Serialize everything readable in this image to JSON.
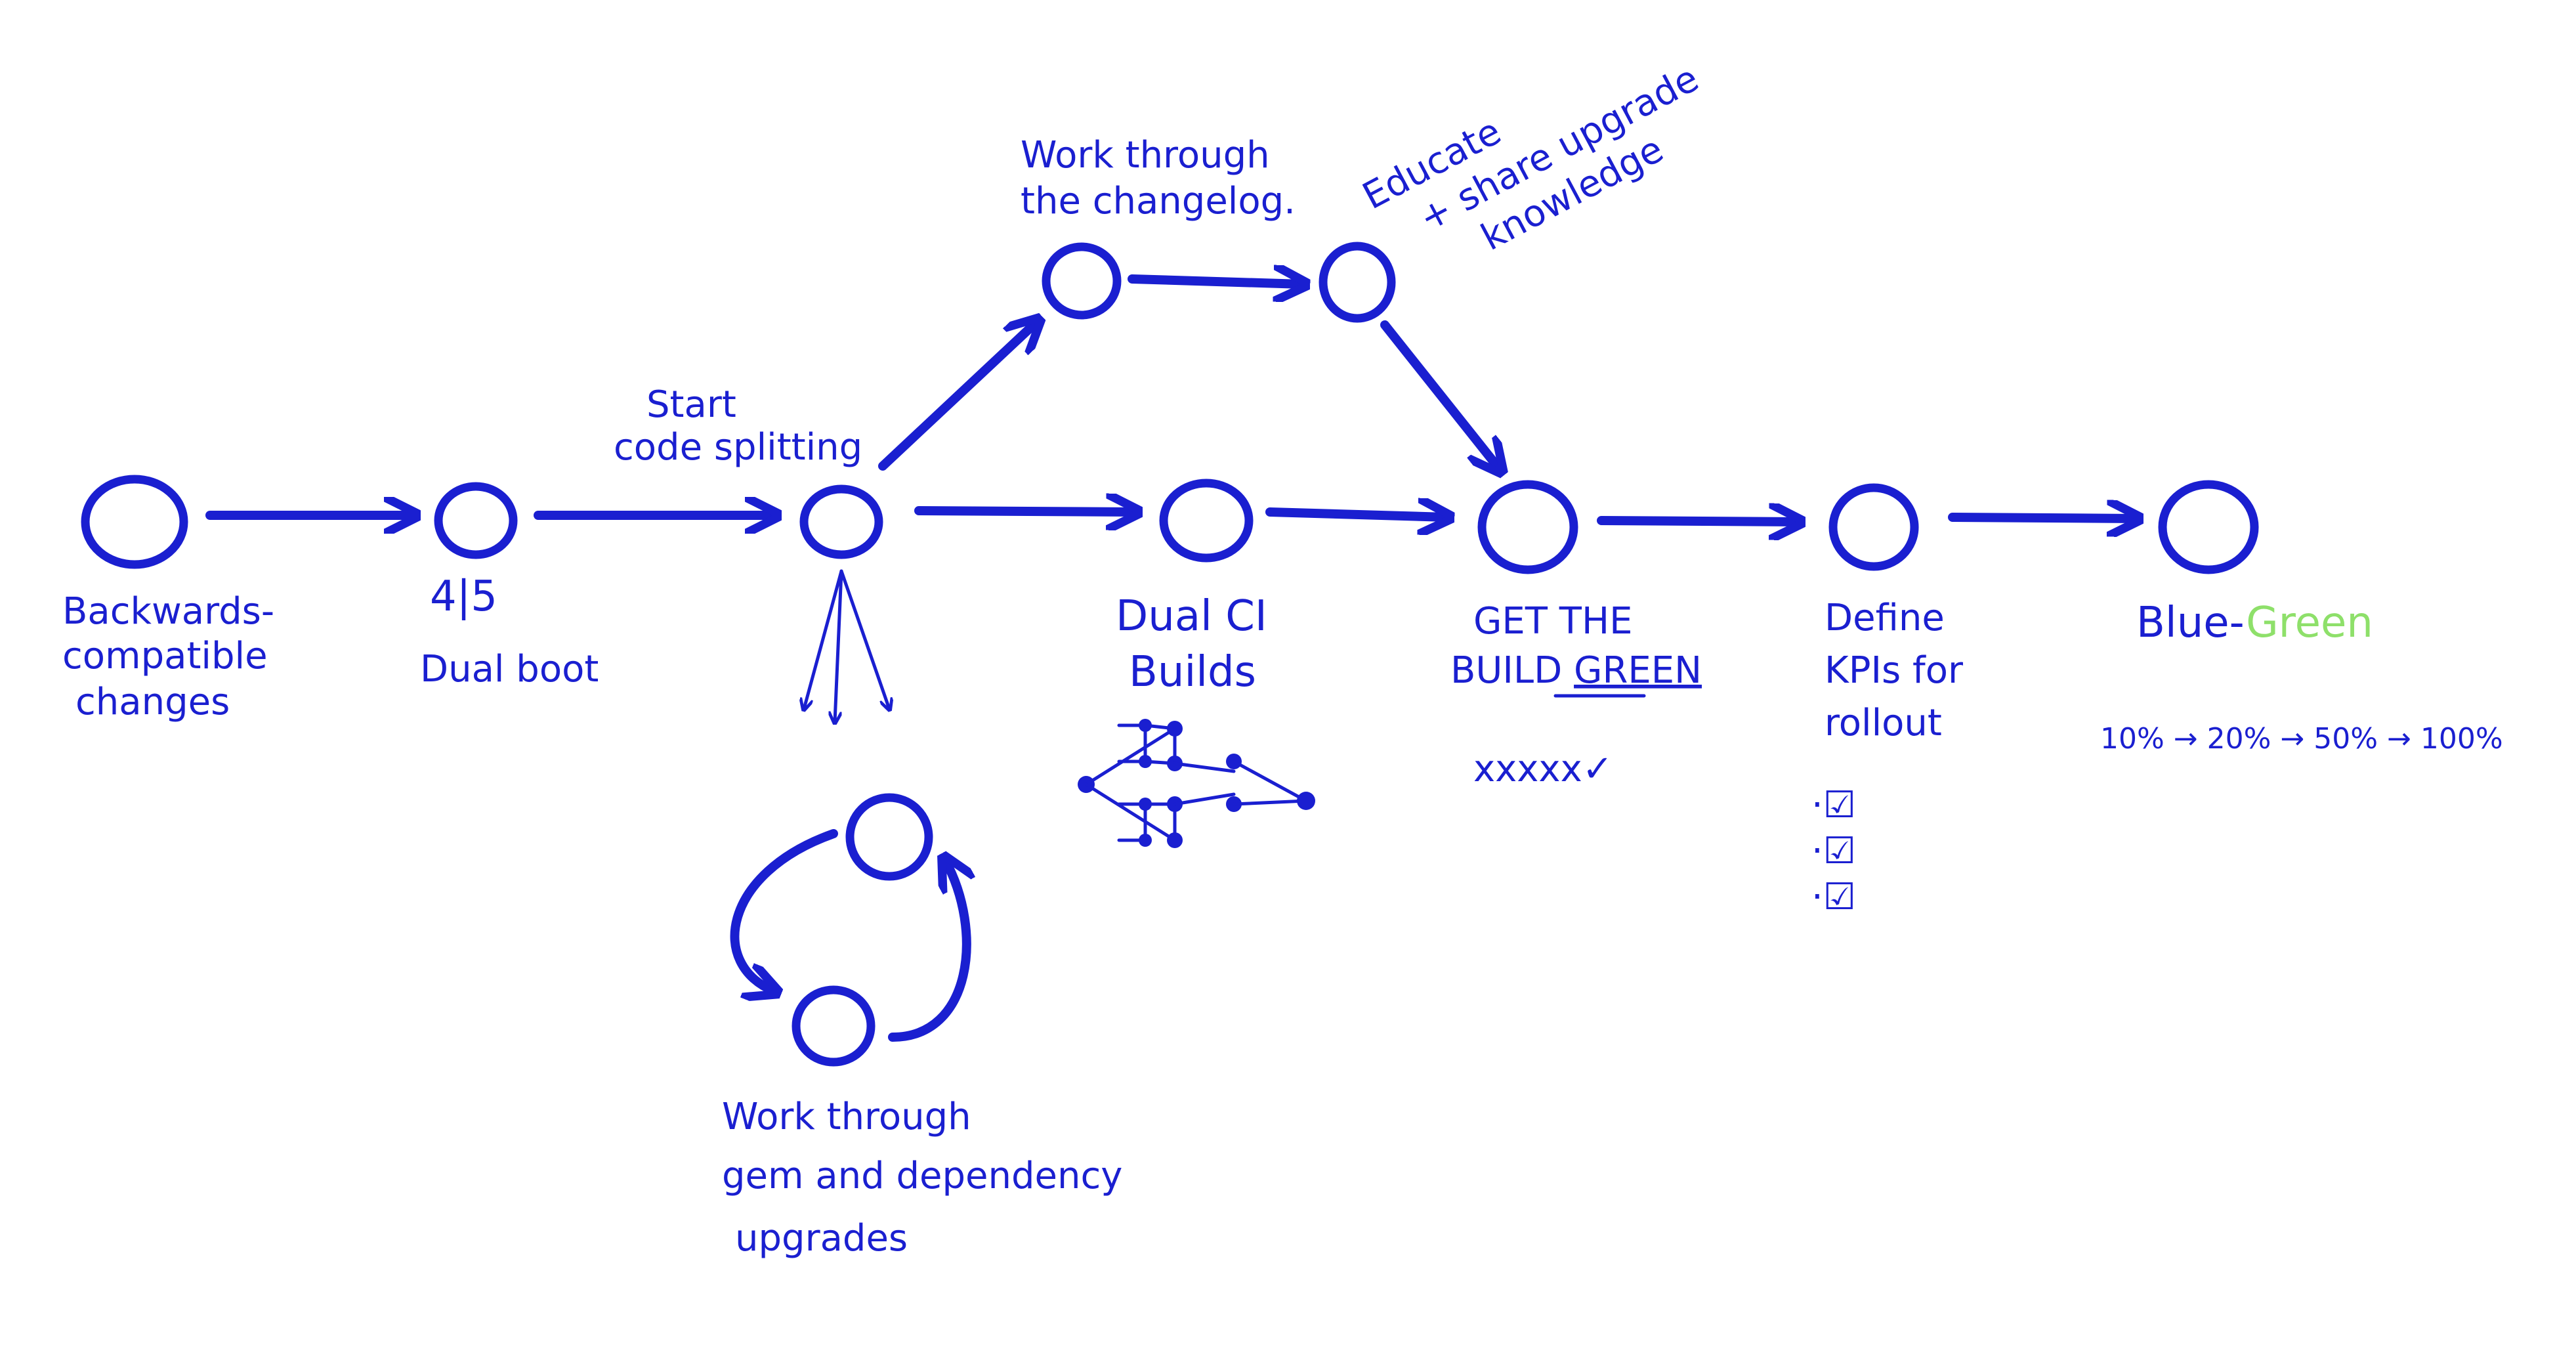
{
  "colors": {
    "ink": "#1a1fd0",
    "highlight": "#8ee06a",
    "background": "#ffffff"
  },
  "labels": {
    "backwards": [
      "Backwards-",
      "compatible",
      "changes"
    ],
    "dualboot": [
      "4|5",
      "Dual boot"
    ],
    "start_split": [
      "Start",
      "code splitting"
    ],
    "changelog": [
      "Work through",
      "the changelog."
    ],
    "educate": [
      "Educate",
      "+ share upgrade",
      "knowledge"
    ],
    "dual_ci": [
      "Dual CI",
      "Builds"
    ],
    "get_green": {
      "line1": "GET THE",
      "line2_prefix": "BUILD ",
      "line2_emph": "GREEN",
      "marks": "xxxxx✓"
    },
    "kpis": [
      "Define",
      "KPIs for",
      "rollout"
    ],
    "kpi_checks": [
      "·☑",
      "·☑",
      "·☑"
    ],
    "bluegreen": {
      "blue": "Blue-",
      "green": "Green"
    },
    "rollout": "10% → 20% → 50% → 100%",
    "gem_upgrades": [
      "Work through",
      "gem and dependency",
      "upgrades"
    ]
  }
}
